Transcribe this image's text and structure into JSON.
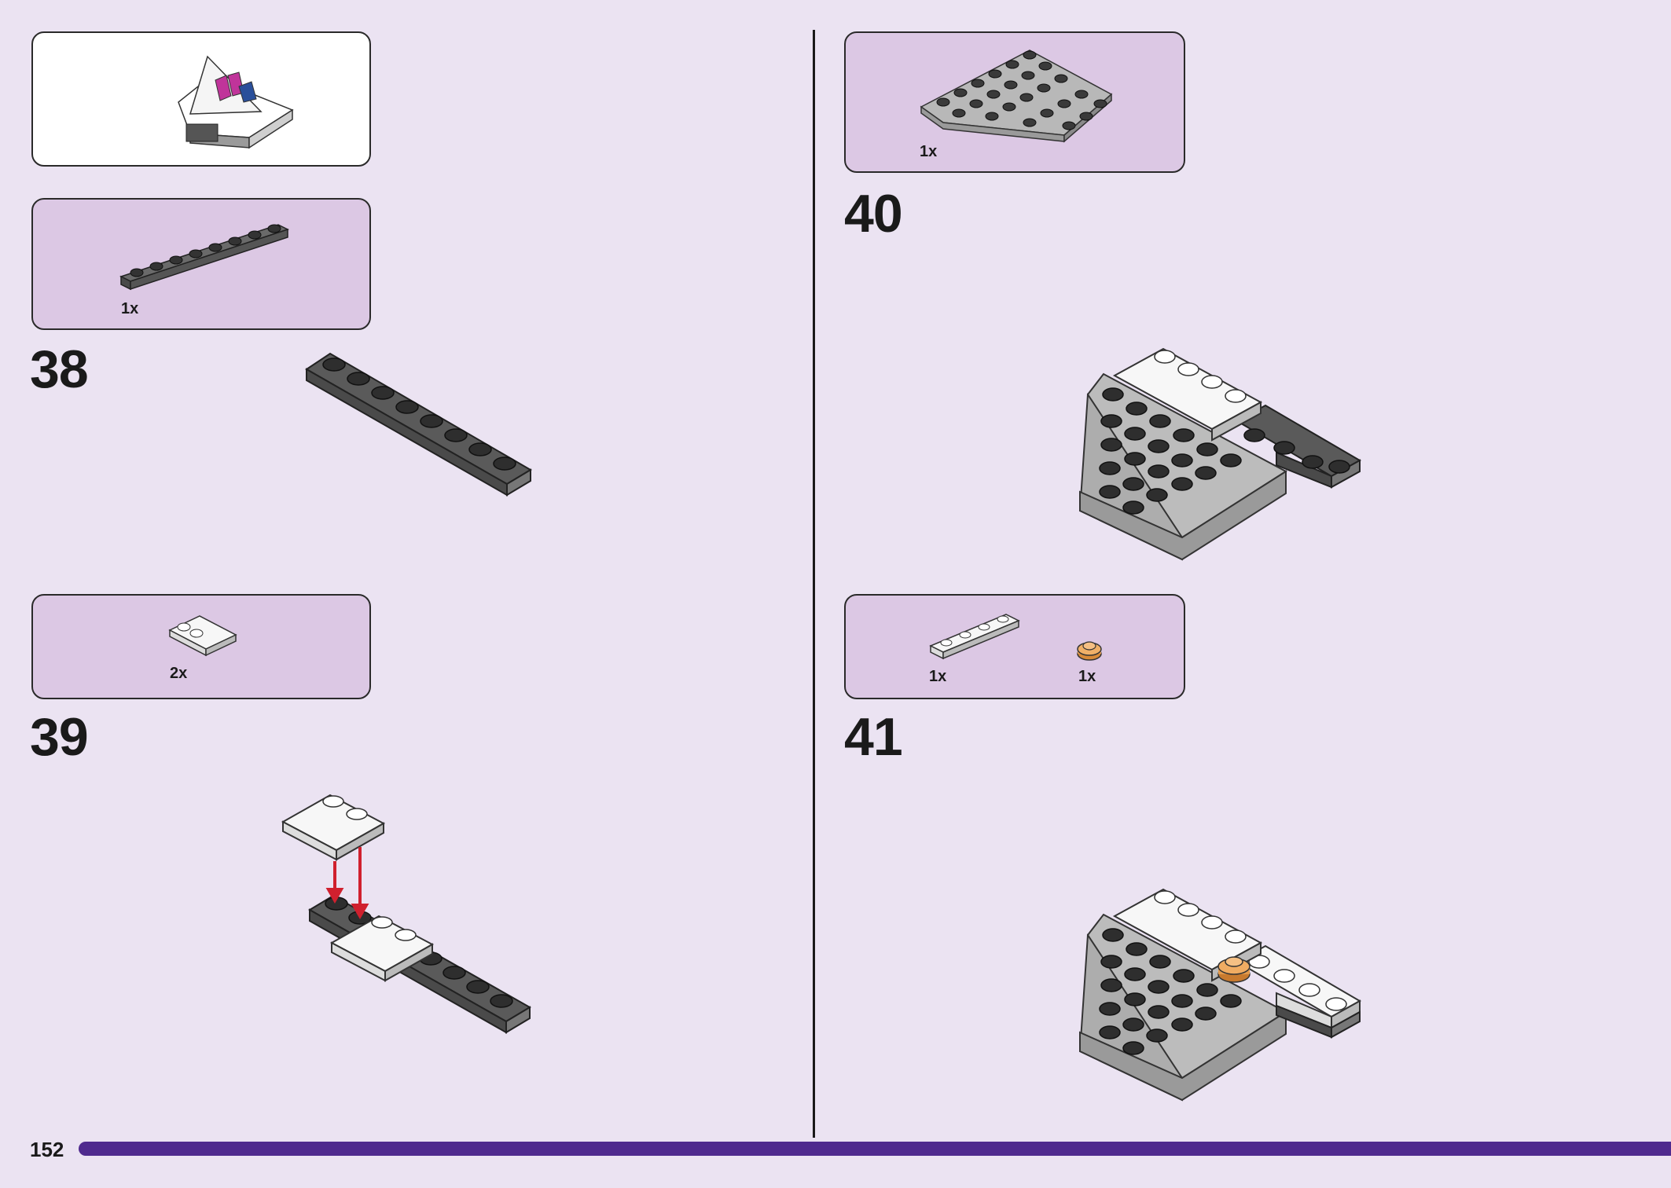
{
  "page": {
    "number": "152"
  },
  "sub_assembly": {
    "icon": "triangle-sub-assembly-icon"
  },
  "steps": [
    {
      "number": "38",
      "parts": [
        {
          "qty": "1x",
          "icon": "dark-gray-plate-1x8-icon"
        }
      ]
    },
    {
      "number": "39",
      "parts": [
        {
          "qty": "2x",
          "icon": "white-plate-2x2-corner-icon"
        }
      ]
    },
    {
      "number": "40",
      "parts": [
        {
          "qty": "1x",
          "icon": "light-gray-wedge-plate-icon"
        }
      ]
    },
    {
      "number": "41",
      "parts": [
        {
          "qty": "1x",
          "icon": "white-plate-1x4-icon"
        },
        {
          "qty": "1x",
          "icon": "orange-round-plate-icon"
        }
      ]
    }
  ],
  "colors": {
    "background": "#ebe3f2",
    "parts_box": "#dcc8e4",
    "footer_bar": "#4f2a8e",
    "arrow": "#d0202e"
  }
}
